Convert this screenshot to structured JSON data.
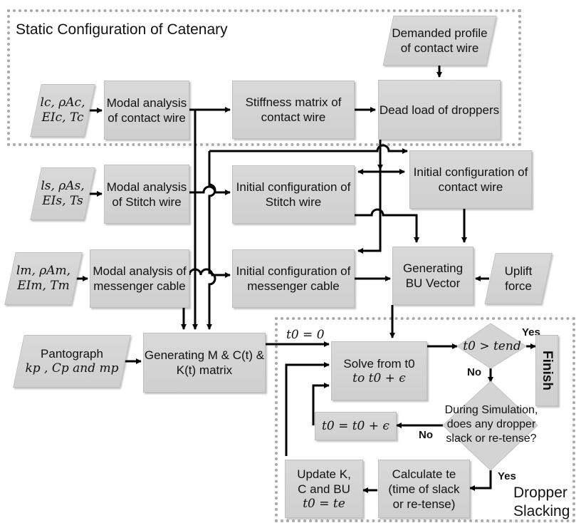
{
  "regions": {
    "static": "Static Configuration of Catenary",
    "slacking_line1": "Dropper",
    "slacking_line2": "Slacking"
  },
  "inputs": {
    "contact_params_line1": "lc, ρAc,",
    "contact_params_line2": "EIc, Tc",
    "stitch_params_line1": "ls, ρAs,",
    "stitch_params_line2": "EIs, Ts",
    "messenger_params_line1": "lm, ρAm,",
    "messenger_params_line2": "EIm, Tm",
    "pantograph_line1": "Pantograph",
    "pantograph_line2": "kp , Cp and mp",
    "demanded_profile": "Demanded profile of contact wire",
    "uplift_force": "Uplift force"
  },
  "process": {
    "modal_contact": "Modal analysis of contact wire",
    "stiffness_contact": "Stiffness matrix of contact wire",
    "dead_load": "Dead load of droppers",
    "modal_stitch": "Modal analysis of Stitch wire",
    "init_stitch": "Initial configuration of Stitch wire",
    "init_contact": "Initial configuration of contact wire",
    "modal_messenger": "Modal analysis of messenger cable",
    "init_messenger": "Initial configuration of messenger cable",
    "gen_bu": "Generating BU Vector",
    "gen_matrix": "Generating M & C(t) & K(t) matrix",
    "solve_line1": "Solve from t0",
    "solve_line2": "to t0 + ϵ",
    "step": "t0 = t0 + ϵ",
    "calc_line1": "Calculate te",
    "calc_line2": "(time of slack",
    "calc_line3": "or re-tense)",
    "update_line1": "Update K,",
    "update_line2": "C and BU",
    "update_line3": "t0 = te"
  },
  "decisions": {
    "t_end": "t0 > tend",
    "slack_q": "During Simulation, does any dropper slack or re-tense?"
  },
  "labels": {
    "t0_init": "t0 = 0",
    "yes1": "Yes",
    "no1": "No",
    "no2": "No",
    "yes2": "Yes",
    "finish": "Finish"
  }
}
